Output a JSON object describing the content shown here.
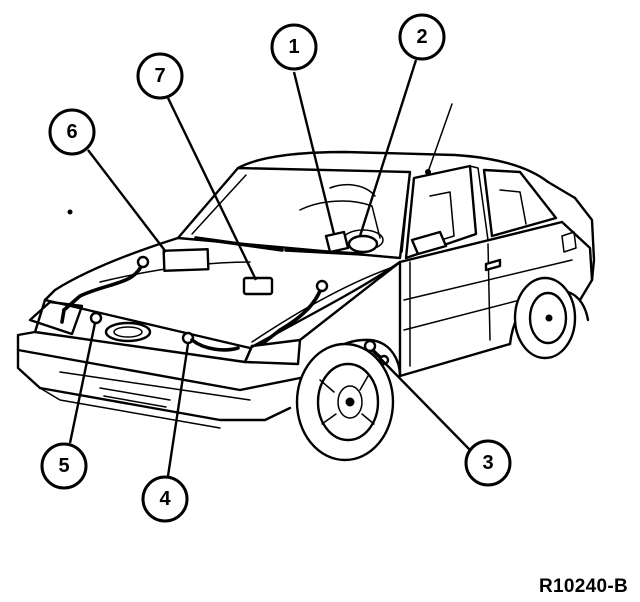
{
  "figure_id": "R10240-B",
  "callouts": [
    "1",
    "2",
    "3",
    "4",
    "5",
    "6",
    "7"
  ]
}
